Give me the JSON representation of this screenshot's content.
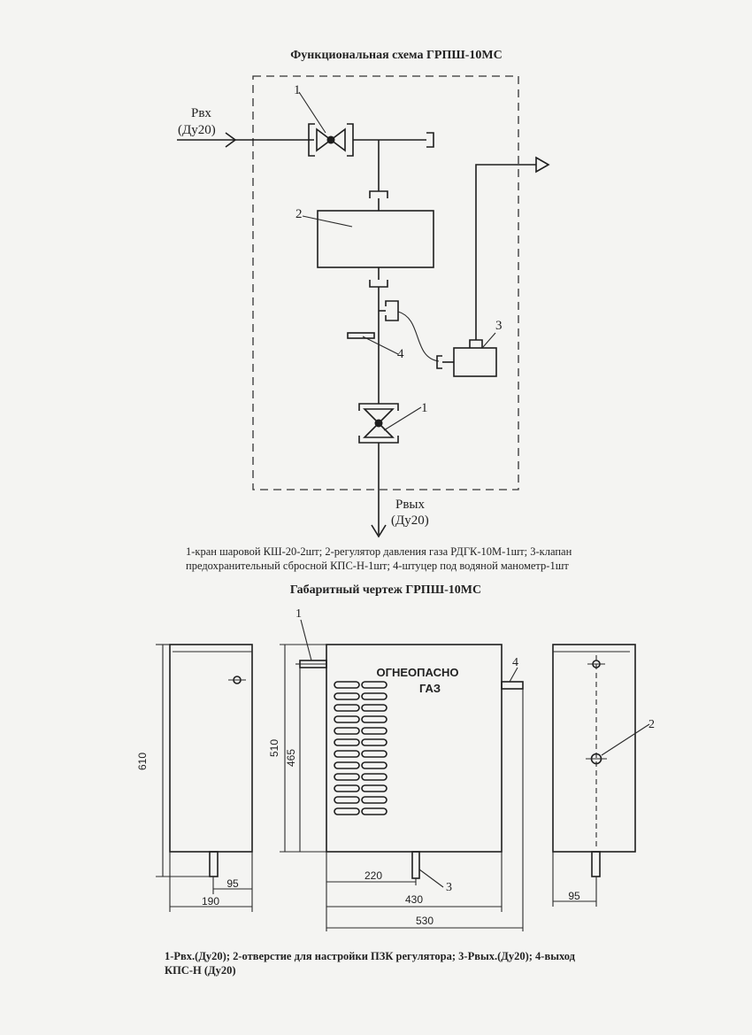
{
  "diagram_title": "Функциональная схема ГРПШ-10МС",
  "inlet_label": "Рвх",
  "inlet_size": "(Ду20)",
  "outlet_label": "Рвых",
  "outlet_size": "(Ду20)",
  "callouts": {
    "valve_top": "1",
    "regulator": "2",
    "relief_valve": "3",
    "fitting": "4",
    "valve_bottom": "1"
  },
  "legend_line1": "1-кран шаровой КШ-20-2шт; 2-регулятор давления газа РДГК-10М-1шт; 3-клапан",
  "legend_line2": "предохранительный сбросной КПС-Н-1шт; 4-штуцер под водяной манометр-1шт",
  "drawing_title": "Габаритный чертеж ГРПШ-10МС",
  "cabinet_warning_line1": "ОГНЕОПАСНО",
  "cabinet_warning_line2": "ГАЗ",
  "dimensions": {
    "left_height": "610",
    "left_width": "190",
    "left_offset": "95",
    "front_height_outer": "510",
    "front_height_inner": "465",
    "front_offset": "220",
    "front_width": "430",
    "front_total": "530",
    "right_offset": "95"
  },
  "drawing_callouts": {
    "inlet": "1",
    "adjust_hole": "2",
    "outlet": "3",
    "kps_outlet": "4"
  },
  "footer_line1": "1-Рвх.(Ду20); 2-отверстие для настройки ПЗК регулятора; 3-Рвых.(Ду20); 4-выход",
  "footer_line2": "КПС-Н (Ду20)"
}
